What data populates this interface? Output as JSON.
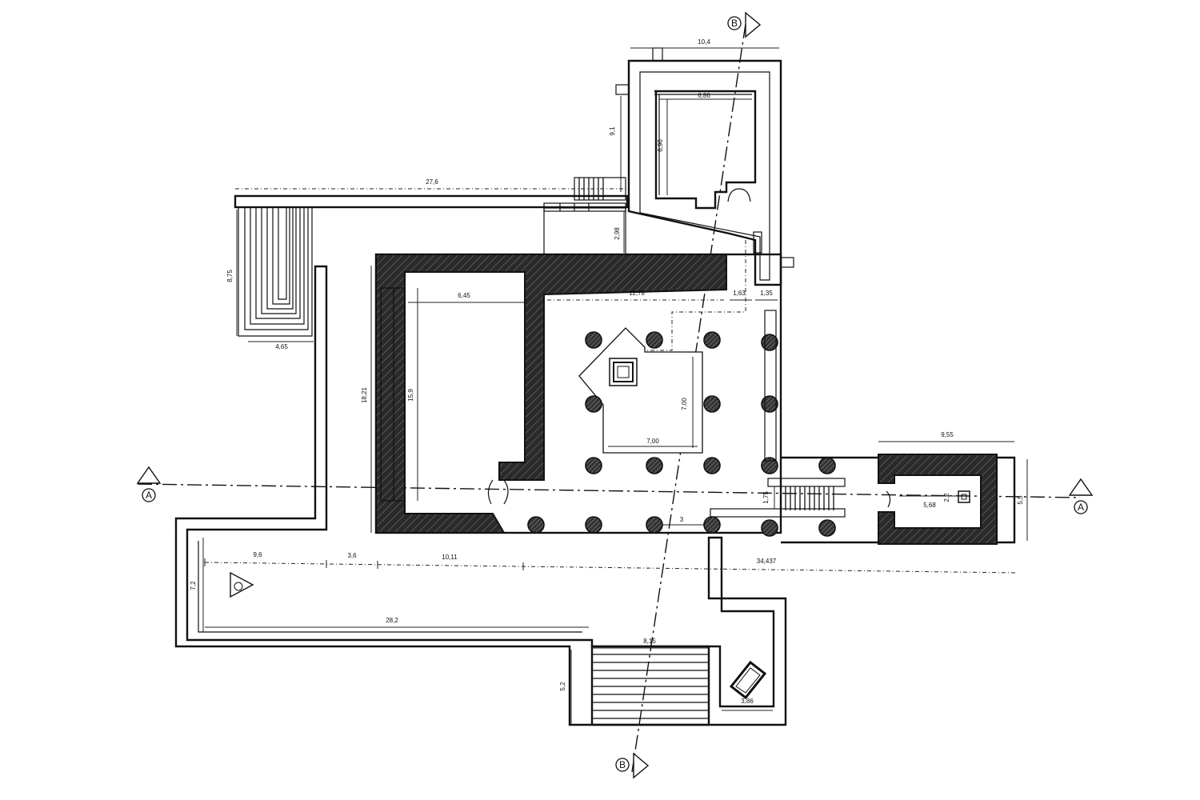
{
  "section_markers": {
    "a": "A",
    "b": "B"
  },
  "dimensions": {
    "d27_6": "27,6",
    "d10_4": "10,4",
    "d6_86_top": "6,86",
    "d6_96": "6,96",
    "d9_1": "9,1",
    "d2_98": "2,98",
    "d8_75": "8,75",
    "d4_65": "4,65",
    "d18_21": "18,21",
    "d15_9": "15,9",
    "d6_45": "6,45",
    "d12_78": "12,78",
    "d1_63": "1,63",
    "d1_35": "1,35",
    "d7_00_v": "7,00",
    "d7_00_h": "7,00",
    "d9_55": "9,55",
    "d5_5": "5,5",
    "d5_68": "5,68",
    "d2_2": "2,2",
    "d1_75": "1,75",
    "d3": "3",
    "d9_6": "9,6",
    "d3_6": "3,6",
    "d10_11": "10,11",
    "d34_437": "34,437",
    "d7_2": "7,2",
    "d28_2": "28,2",
    "d8_15": "8,15",
    "d5_2": "5,2",
    "d3_86": "3,86"
  }
}
